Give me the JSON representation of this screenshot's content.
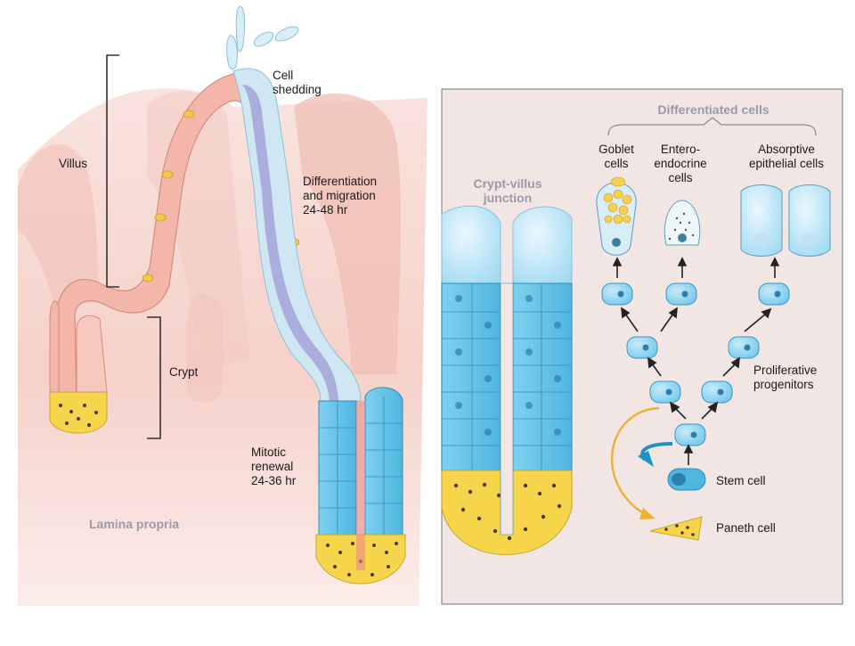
{
  "left_panel": {
    "labels": {
      "villus": "Villus",
      "crypt": "Crypt",
      "cell_shedding": "Cell\nshedding",
      "differentiation": "Differentiation\nand migration\n24-48 hr",
      "mitotic": "Mitotic\nrenewal\n24-36 hr",
      "lamina": "Lamina propria"
    }
  },
  "right_panel": {
    "labels": {
      "differentiated": "Differentiated cells",
      "goblet": "Goblet\ncells",
      "enteroendocrine": "Entero-\nendocrine\ncells",
      "absorptive": "Absorptive\nepithelial cells",
      "junction": "Crypt-villus\njunction",
      "proliferative": "Proliferative\nprogenitors",
      "stem": "Stem cell",
      "paneth": "Paneth cell"
    }
  },
  "colors": {
    "villus_pink": "#f2b7a9",
    "tissue_bg": "#f6d6cf",
    "crypt_blue": "#5fc0e6",
    "paneth_yellow": "#f7d54a",
    "panel_bg": "#f1e6e4",
    "migration_band": "#a6a6d9",
    "muted_label": "#9a9aa6"
  }
}
